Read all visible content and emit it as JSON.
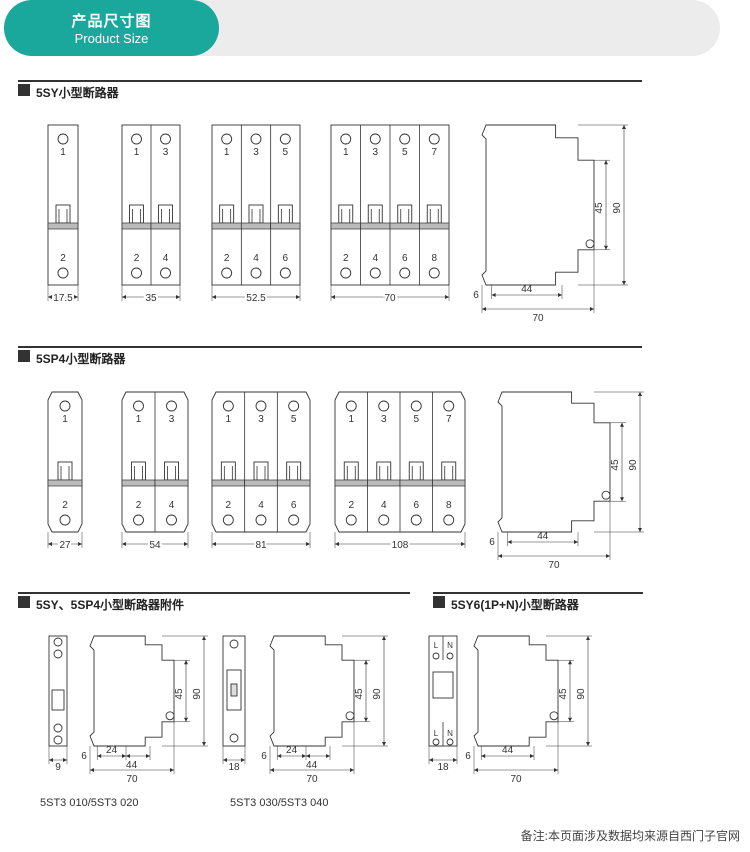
{
  "header": {
    "title_zh": "产品尺寸图",
    "title_en": "Product Size"
  },
  "sections": [
    {
      "title": "5SY小型断路器"
    },
    {
      "title": "5SP4小型断路器"
    },
    {
      "title": "5SY、5SP4小型断路器附件"
    },
    {
      "title": "5SY6(1P+N)小型断路器"
    }
  ],
  "sy": {
    "poles_top": [
      [
        "1"
      ],
      [
        "1",
        "3"
      ],
      [
        "1",
        "3",
        "5"
      ],
      [
        "1",
        "3",
        "5",
        "7"
      ]
    ],
    "poles_bot": [
      [
        "2"
      ],
      [
        "2",
        "4"
      ],
      [
        "2",
        "4",
        "6"
      ],
      [
        "2",
        "4",
        "6",
        "8"
      ]
    ],
    "widths": [
      "17.5",
      "35",
      "52.5",
      "70"
    ],
    "side": {
      "d6": "6",
      "d44": "44",
      "d70": "70",
      "h45": "45",
      "h90": "90"
    }
  },
  "sp4": {
    "widths": [
      "27",
      "54",
      "81",
      "108"
    ],
    "side": {
      "d6": "6",
      "d44": "44",
      "d70": "70",
      "h45": "45",
      "h90": "90"
    }
  },
  "acc": {
    "a1": {
      "w": "9",
      "d6": "6",
      "d24": "24",
      "d44": "44",
      "d70": "70",
      "h45": "45",
      "h90": "90",
      "caption": "5ST3 010/5ST3 020"
    },
    "a2": {
      "w": "18",
      "d6": "6",
      "d24": "24",
      "d44": "44",
      "d70": "70",
      "h45": "45",
      "h90": "90",
      "caption": "5ST3 030/5ST3 040"
    }
  },
  "sy6": {
    "labels": [
      "L",
      "N"
    ],
    "w": "18",
    "d6": "6",
    "d44": "44",
    "d70": "70",
    "h45": "45",
    "h90": "90"
  },
  "footer": {
    "note": "备注:本页面涉及数据均来源自西门子官网"
  }
}
